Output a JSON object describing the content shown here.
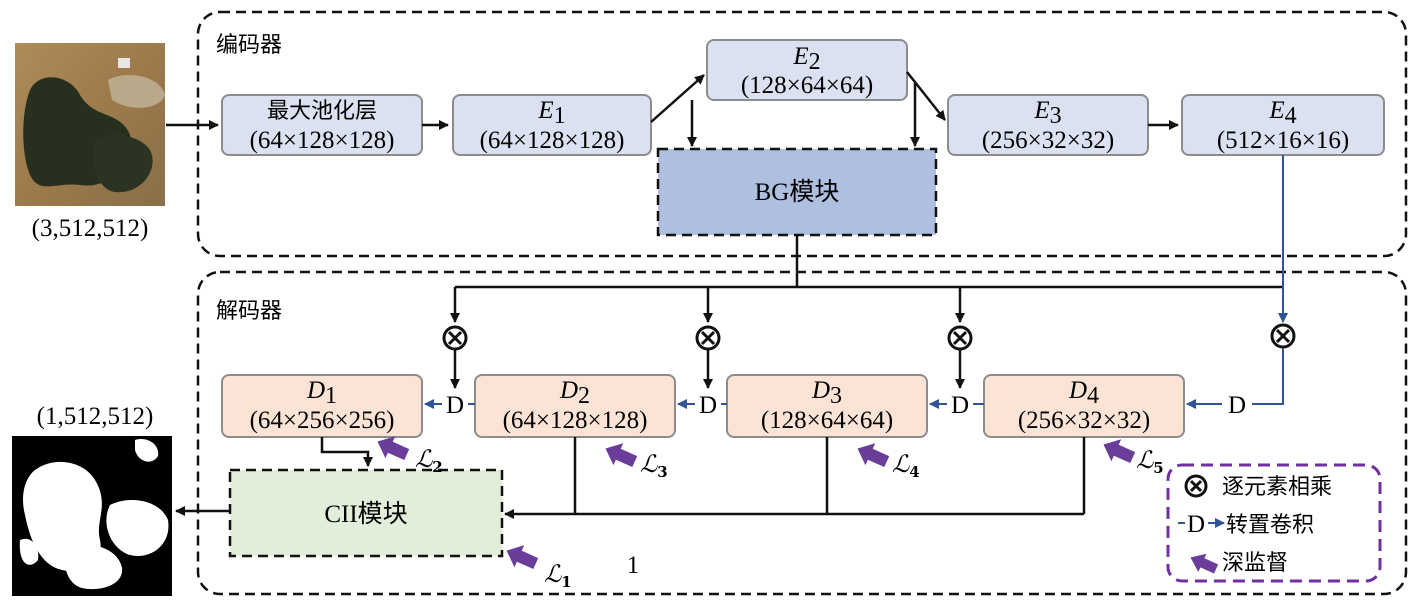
{
  "encoder": {
    "label": "编码器"
  },
  "decoder": {
    "label": "解码器"
  },
  "input_dims": "(3,512,512)",
  "output_dims": "(1,512,512)",
  "nodes": {
    "maxpool": {
      "title": "最大池化层",
      "dims": "(64×128×128)"
    },
    "e1": {
      "letter": "E",
      "sub": "1",
      "dims": "(64×128×128)"
    },
    "e2": {
      "letter": "E",
      "sub": "2",
      "dims": "(128×64×64)"
    },
    "e3": {
      "letter": "E",
      "sub": "3",
      "dims": "(256×32×32)"
    },
    "e4": {
      "letter": "E",
      "sub": "4",
      "dims": "(512×16×16)"
    },
    "bg": {
      "label": "BG模块"
    },
    "d1": {
      "letter": "D",
      "sub": "1",
      "dims": "(64×256×256)"
    },
    "d2": {
      "letter": "D",
      "sub": "2",
      "dims": "(64×128×128)"
    },
    "d3": {
      "letter": "D",
      "sub": "3",
      "dims": "(128×64×64)"
    },
    "d4": {
      "letter": "D",
      "sub": "4",
      "dims": "(256×32×32)"
    },
    "cii": {
      "label": "CII模块"
    }
  },
  "deconv_symbol": "D",
  "losses": {
    "l1": {
      "symbol": "ℒ",
      "sub": "1"
    },
    "l2": {
      "symbol": "ℒ",
      "sub": "2"
    },
    "l3": {
      "symbol": "ℒ",
      "sub": "3"
    },
    "l4": {
      "symbol": "ℒ",
      "sub": "4"
    },
    "l5": {
      "symbol": "ℒ",
      "sub": "5"
    }
  },
  "legend": {
    "multiply": "逐元素相乘",
    "deconv": "转置卷积",
    "deep_supervision": "深监督"
  },
  "footnote": "1",
  "colors": {
    "encoder_box": "#dbe1f1",
    "bg_box": "#aebfe0",
    "decoder_box": "#fbe3d6",
    "cii_box": "#e2eed9",
    "deconv_arrow": "#2f5597",
    "supervision_arrow": "#6a3d9a",
    "legend_border": "#7030a0"
  }
}
